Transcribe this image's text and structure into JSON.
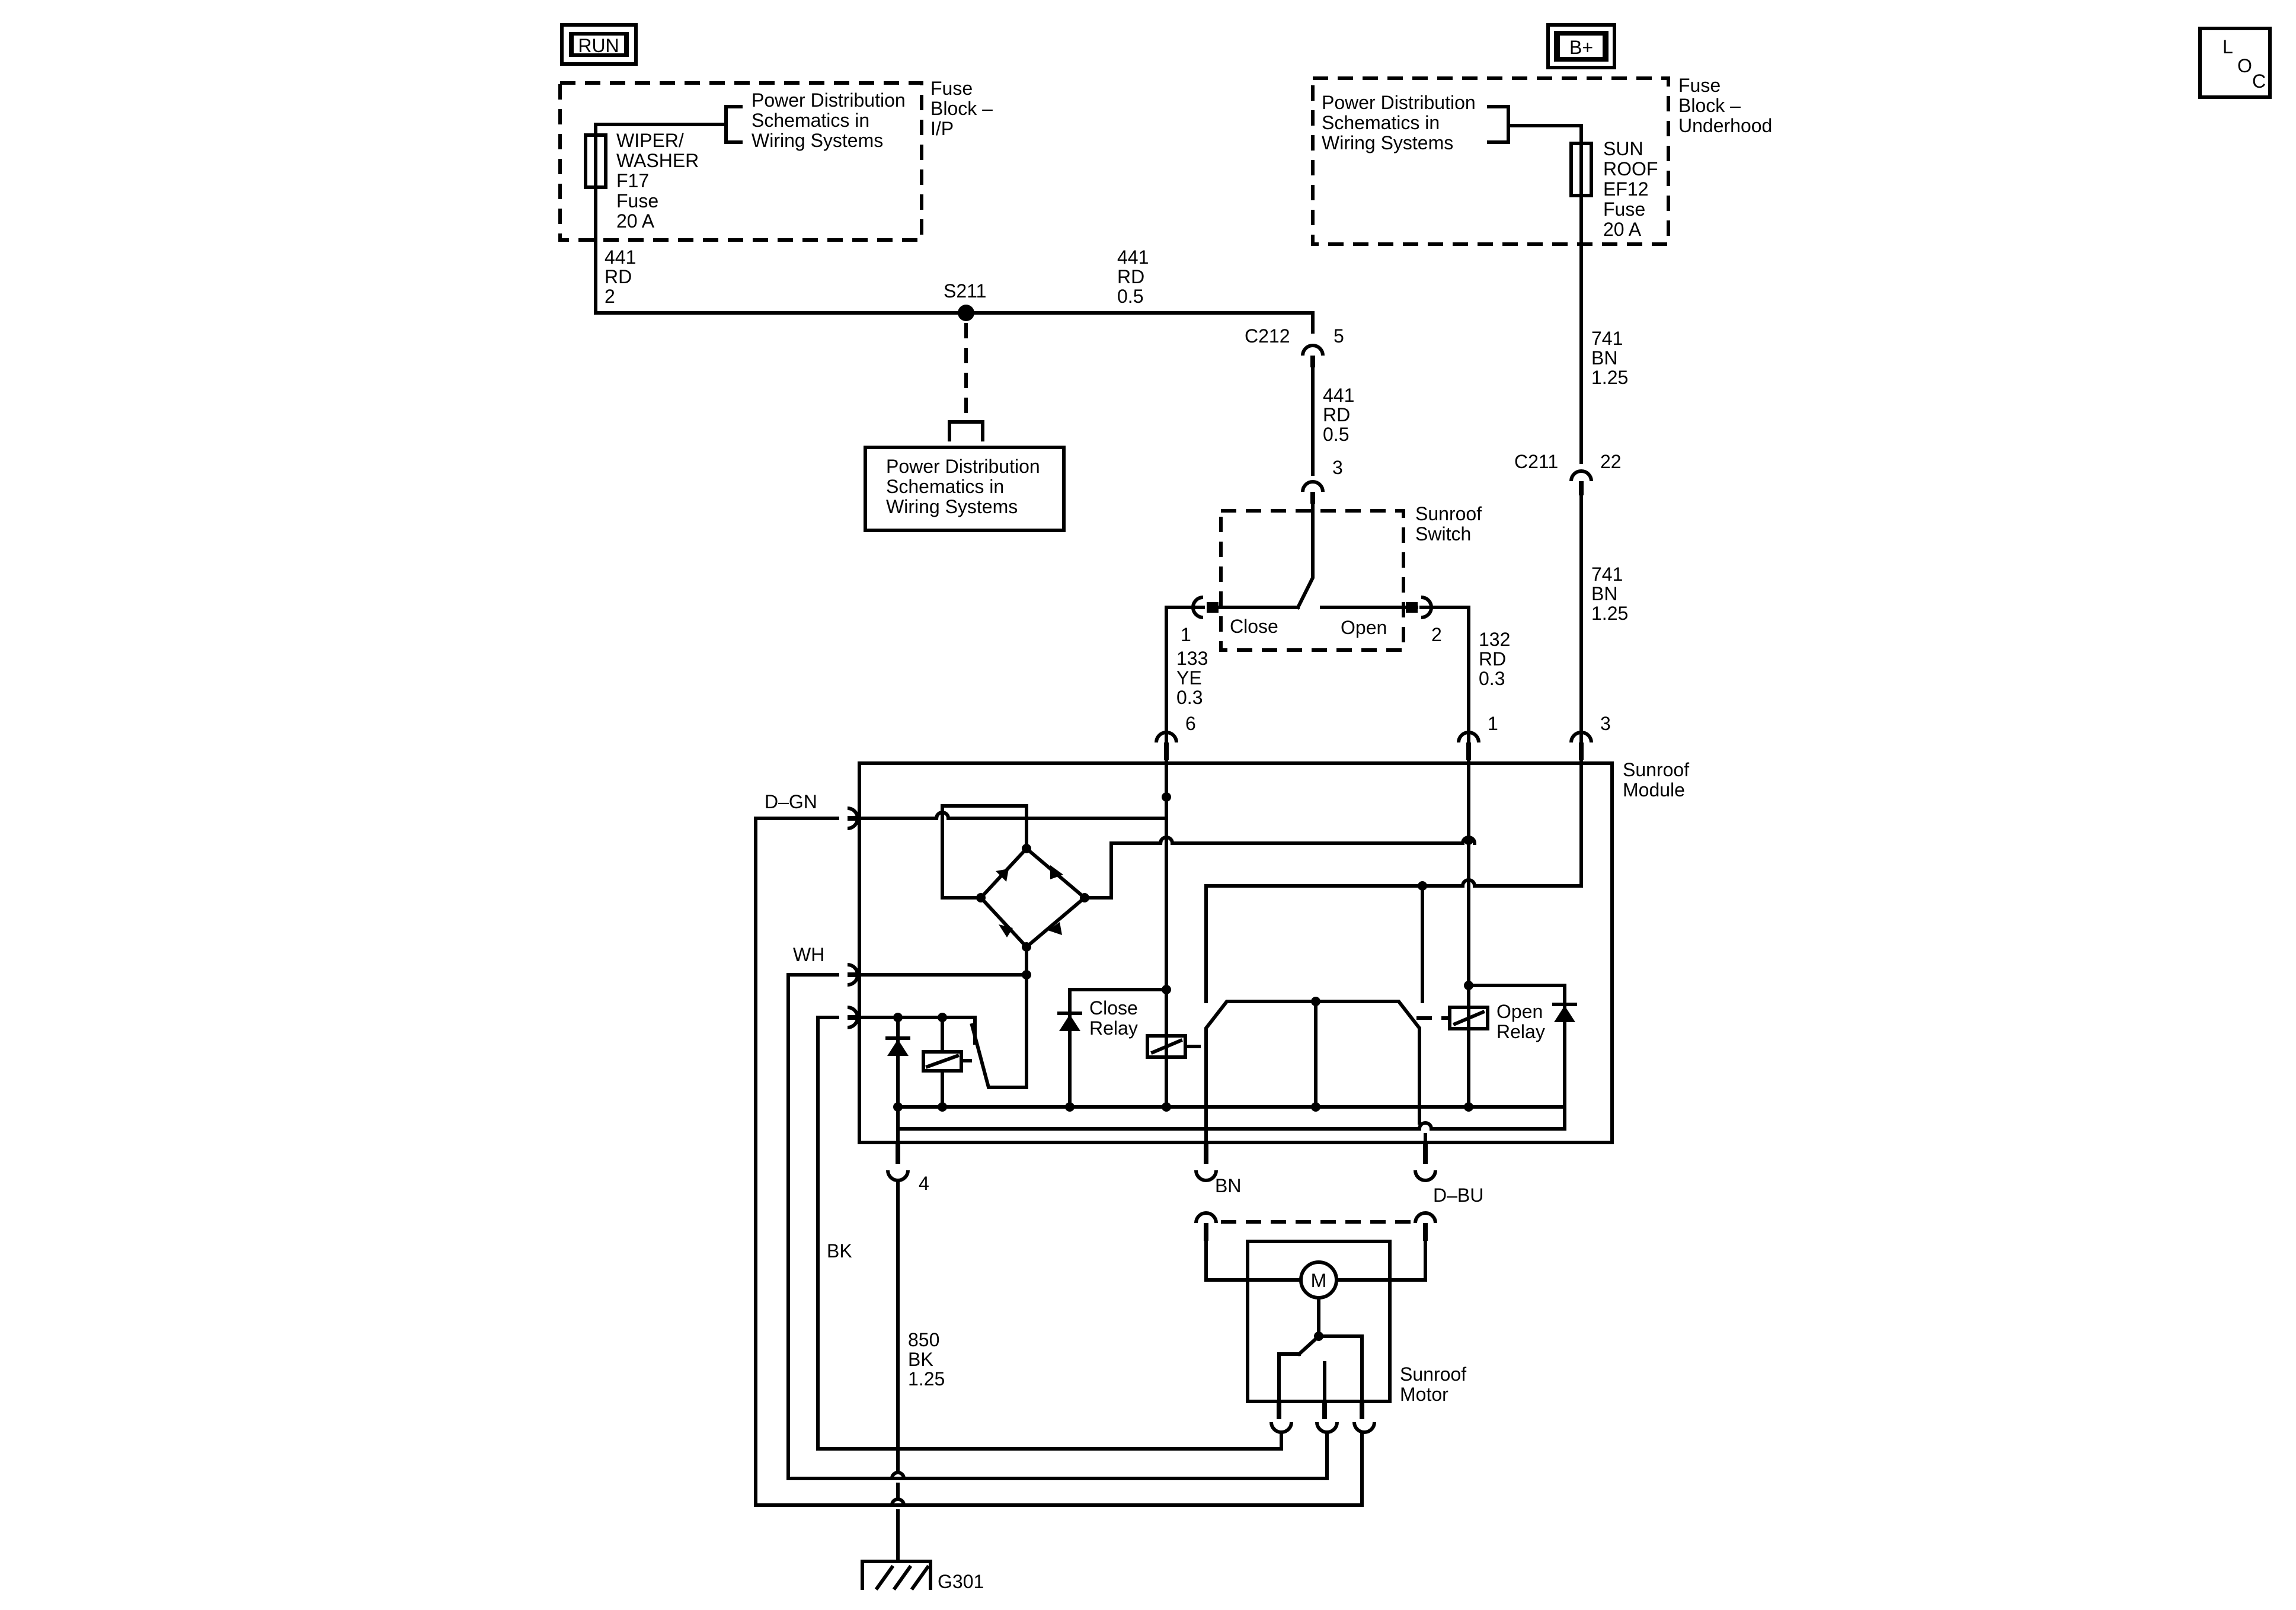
{
  "power_tags": {
    "run": "RUN",
    "bplus": "B+"
  },
  "loc_icon": {
    "l": "L",
    "o": "O",
    "c": "C"
  },
  "fuse_block_ip": {
    "title": [
      "Fuse",
      "Block –",
      "I/P"
    ],
    "ref": [
      "Power Distribution",
      "Schematics in",
      "Wiring Systems"
    ],
    "fuse": [
      "WIPER/",
      "WASHER",
      "F17",
      "Fuse",
      "20 A"
    ]
  },
  "fuse_block_underhood": {
    "title": [
      "Fuse",
      "Block –",
      "Underhood"
    ],
    "ref": [
      "Power Distribution",
      "Schematics in",
      "Wiring Systems"
    ],
    "fuse": [
      "SUN",
      "ROOF",
      "EF12",
      "Fuse",
      "20 A"
    ]
  },
  "splice": {
    "name": "S211",
    "ref": [
      "Power Distribution",
      "Schematics in",
      "Wiring Systems"
    ]
  },
  "wires": {
    "w441_left": [
      "441",
      "RD",
      "2"
    ],
    "w441_top": [
      "441",
      "RD",
      "0.5"
    ],
    "w441_mid": [
      "441",
      "RD",
      "0.5"
    ],
    "w741_top": [
      "741",
      "BN",
      "1.25"
    ],
    "w741_low": [
      "741",
      "BN",
      "1.25"
    ],
    "w133": [
      "133",
      "YE",
      "0.3"
    ],
    "w132": [
      "132",
      "RD",
      "0.3"
    ],
    "w850": [
      "850",
      "BK",
      "1.25"
    ],
    "bk": "BK"
  },
  "connectors": {
    "c212": "C212",
    "c212_pin": "5",
    "c211": "C211",
    "c211_pin": "22",
    "sw_pin3": "3",
    "sw_pin1": "1",
    "sw_pin2": "2",
    "mod_pin6": "6",
    "mod_pin1": "1",
    "mod_pin3": "3",
    "mod_pin4": "4",
    "dgn": "D–GN",
    "wh": "WH",
    "bn": "BN",
    "dbu": "D–BU"
  },
  "sunroof_switch": {
    "title": [
      "Sunroof",
      "Switch"
    ],
    "close": "Close",
    "open": "Open"
  },
  "sunroof_module": {
    "title": [
      "Sunroof",
      "Module"
    ],
    "close_relay": [
      "Close",
      "Relay"
    ],
    "open_relay": [
      "Open",
      "Relay"
    ]
  },
  "sunroof_motor": {
    "title": [
      "Sunroof",
      "Motor"
    ],
    "m": "M"
  },
  "ground": {
    "name": "G301"
  }
}
